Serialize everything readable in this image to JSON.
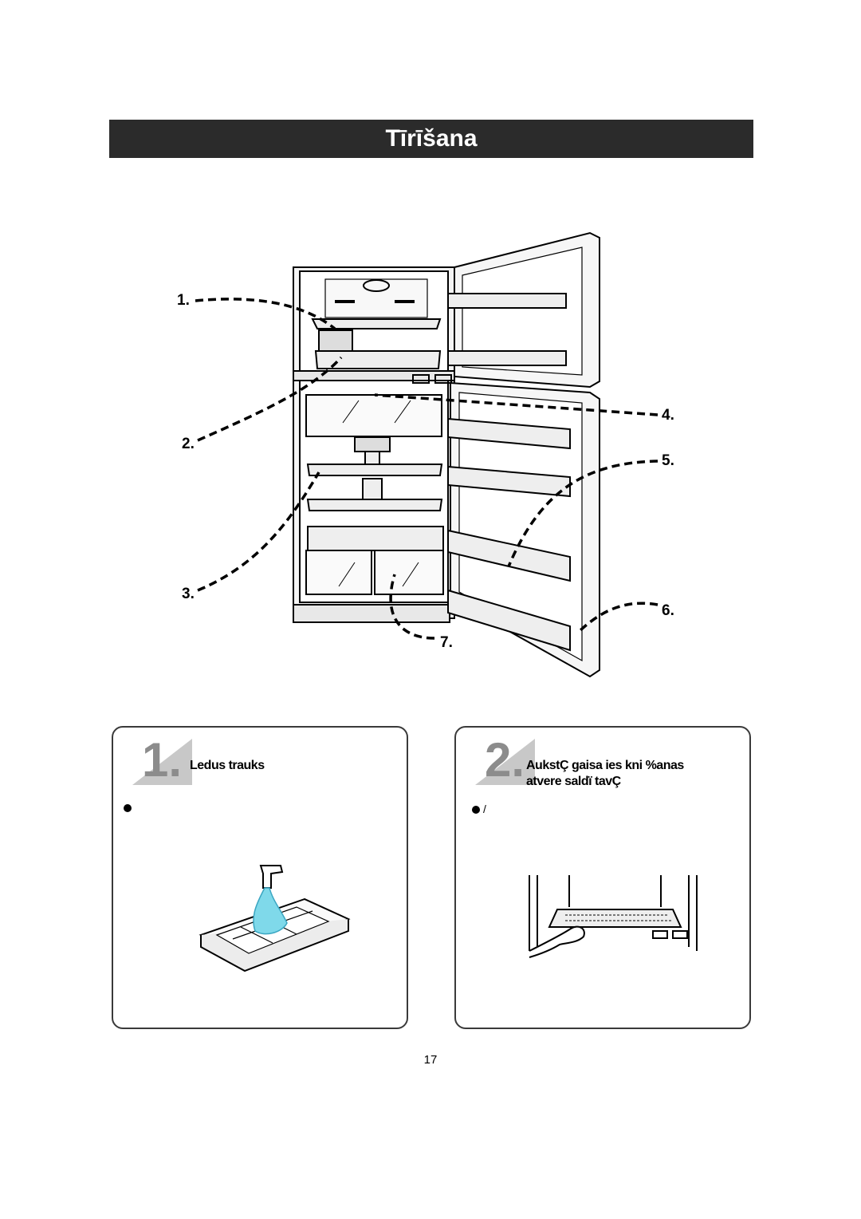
{
  "title": "Tīrīšana",
  "callouts": [
    "1.",
    "2.",
    "3.",
    "4.",
    "5.",
    "6.",
    "7."
  ],
  "panels": [
    {
      "number": "1.",
      "title_lines": [
        "Ledus trauks"
      ],
      "bullet_text": ""
    },
    {
      "number": "2.",
      "title_lines": [
        "AukstÇ gaisa ies kni %anas",
        "atvere saldï tavÇ"
      ],
      "bullet_text": "/"
    }
  ],
  "page_number": "17",
  "colors": {
    "title_bar": "#2b2b2b",
    "water": "#7fd9ea",
    "step_number": "#8c8c8c"
  },
  "icons": [
    "fridge-illustration",
    "ice-tray-illustration",
    "water-tap-icon",
    "hand-cleaning-illustration"
  ]
}
